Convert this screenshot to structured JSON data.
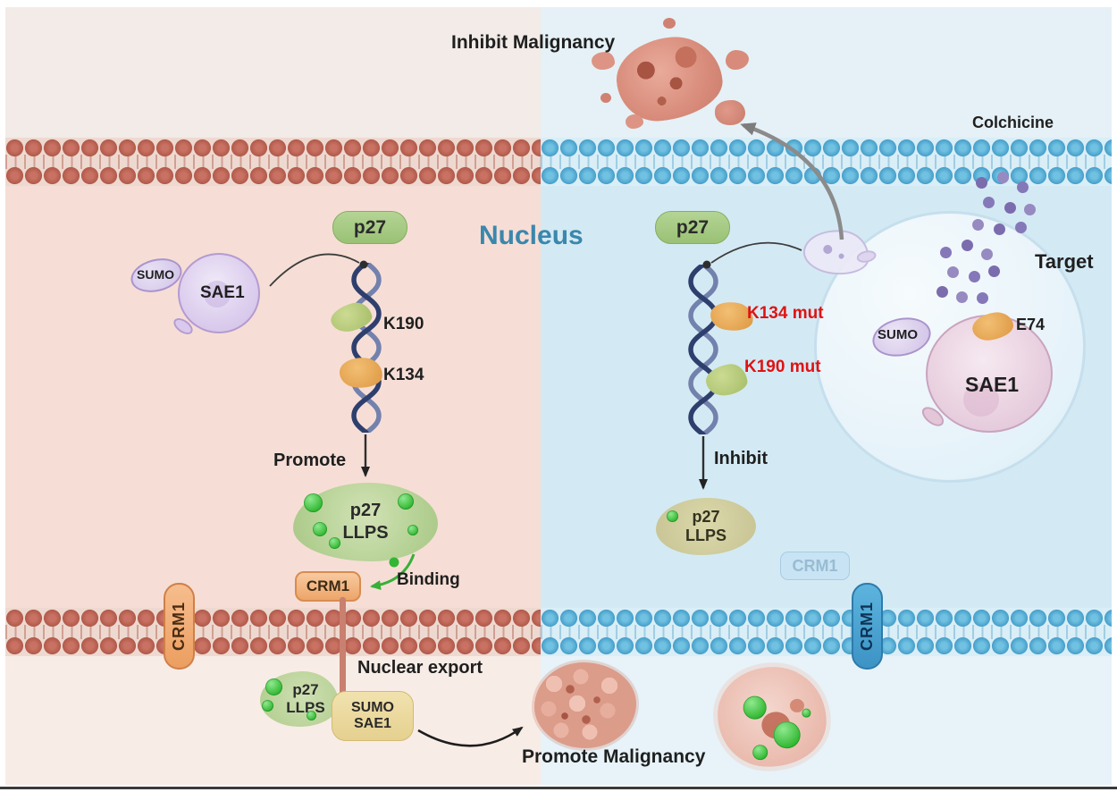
{
  "figure": {
    "top": {
      "inhibit_malignancy": "Inhibit Malignancy",
      "colchicine": "Colchicine"
    },
    "nucleus": "Nucleus",
    "left": {
      "p27": "p27",
      "sumo": "SUMO",
      "sae1": "SAE1",
      "k190": "K190",
      "k134": "K134",
      "promote": "Promote",
      "llps": {
        "l1": "p27",
        "l2": "LLPS"
      },
      "crm1": "CRM1",
      "binding": "Binding",
      "crm1_membrane": "CRM1",
      "nuclear_export": "Nuclear export",
      "llps_small": {
        "l1": "p27",
        "l2": "LLPS"
      },
      "sumo_sae1": {
        "l1": "SUMO",
        "l2": "SAE1"
      },
      "promote_malignancy": "Promote Malignancy"
    },
    "right": {
      "p27": "p27",
      "k134_mut": "K134 mut",
      "k190_mut": "K190 mut",
      "inhibit": "Inhibit",
      "llps": {
        "l1": "p27",
        "l2": "LLPS"
      },
      "crm1_faded": "CRM1",
      "crm1_membrane": "CRM1",
      "target": "Target",
      "sumo": "SUMO",
      "sae1": "SAE1",
      "e74": "E74"
    },
    "colors": {
      "left_bg": "#f6ded6",
      "right_bg": "#d3eaf4",
      "membrane_left": "#b15a4b",
      "membrane_right": "#479fca",
      "nucleus_text": "#3b87ad",
      "mutation_text": "#e01212",
      "llps_green": "#35b535",
      "crm1_orange": "#eda569",
      "crm1_blue": "#4aa3d6",
      "sumo_sae1_yellow": "#ead9a0"
    }
  }
}
